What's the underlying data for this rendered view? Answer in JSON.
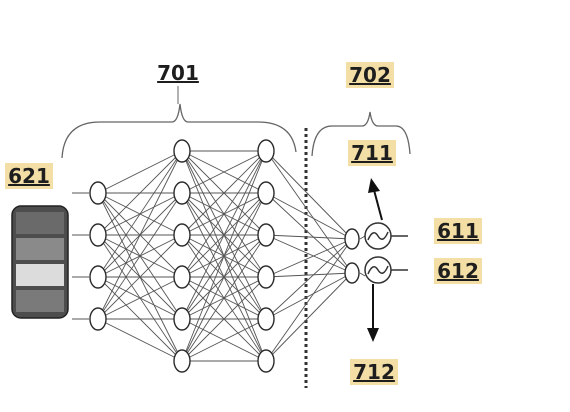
{
  "labels": {
    "network": "701",
    "output_stage": "702",
    "input_block": "621",
    "output_top": "711",
    "output_bottom": "712",
    "signal_top": "611",
    "signal_bottom": "612"
  },
  "network": {
    "layer_node_counts": [
      4,
      6,
      6,
      2
    ],
    "output_oscillator_count": 2
  },
  "colors": {
    "label_highlight": "#f3dfa6",
    "ink": "#1e1e1e",
    "edge": "#555555"
  }
}
